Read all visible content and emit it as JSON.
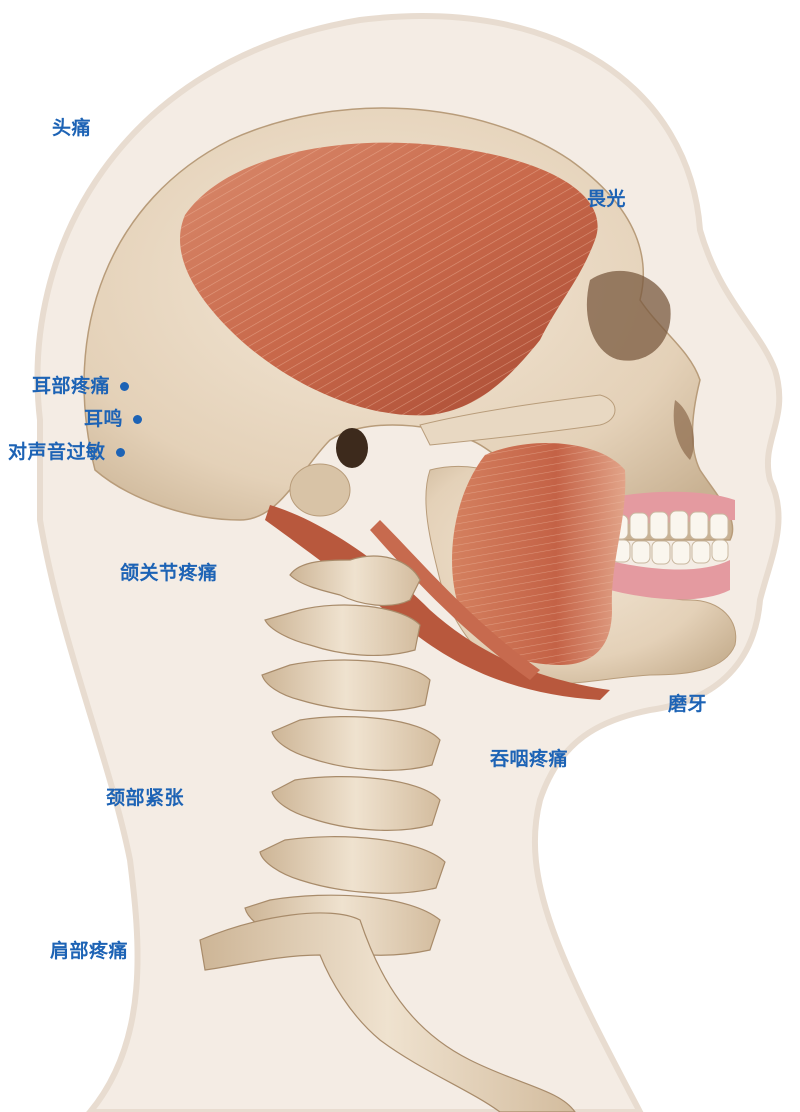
{
  "labels": {
    "headache": "头痛",
    "photophobia": "畏光",
    "ear_pain": "耳部疼痛",
    "tinnitus": "耳鸣",
    "sound_sensitivity": "对声音过敏",
    "tmj_pain": "颌关节疼痛",
    "bruxism": "磨牙",
    "swallowing_pain": "吞咽疼痛",
    "neck_tension": "颈部紧张",
    "shoulder_pain": "肩部疼痛"
  },
  "colors": {
    "label_blue": "#1d63b5",
    "bone": "#e6d6c0",
    "muscle": "#c8684a",
    "silhouette": "#f2e9df"
  }
}
